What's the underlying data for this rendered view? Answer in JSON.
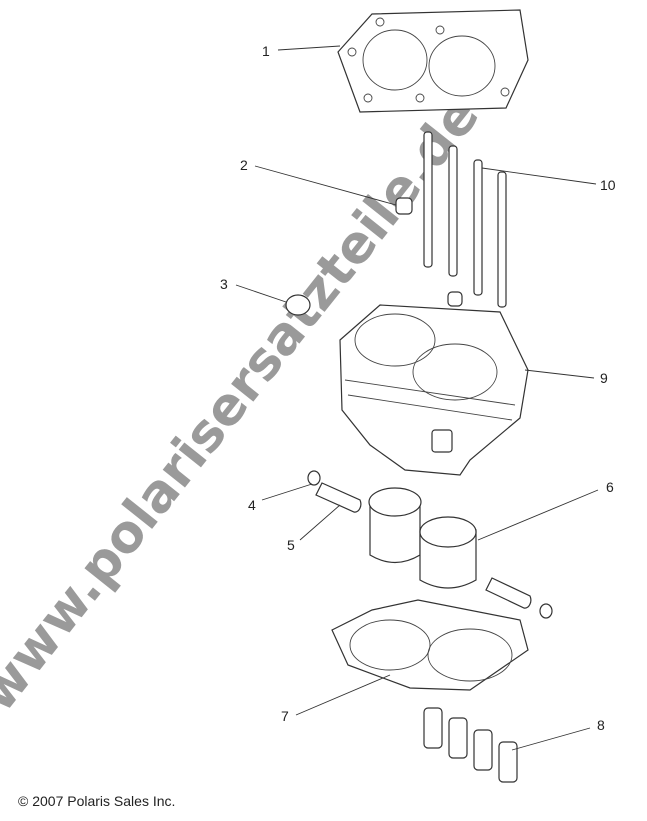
{
  "callouts": [
    {
      "number": "1"
    },
    {
      "number": "2"
    },
    {
      "number": "3"
    },
    {
      "number": "4"
    },
    {
      "number": "5"
    },
    {
      "number": "6"
    },
    {
      "number": "7"
    },
    {
      "number": "8"
    },
    {
      "number": "9"
    },
    {
      "number": "10"
    }
  ],
  "watermark": "www.polarisersatzteile.de",
  "copyright": "© 2007 Polaris Sales Inc."
}
